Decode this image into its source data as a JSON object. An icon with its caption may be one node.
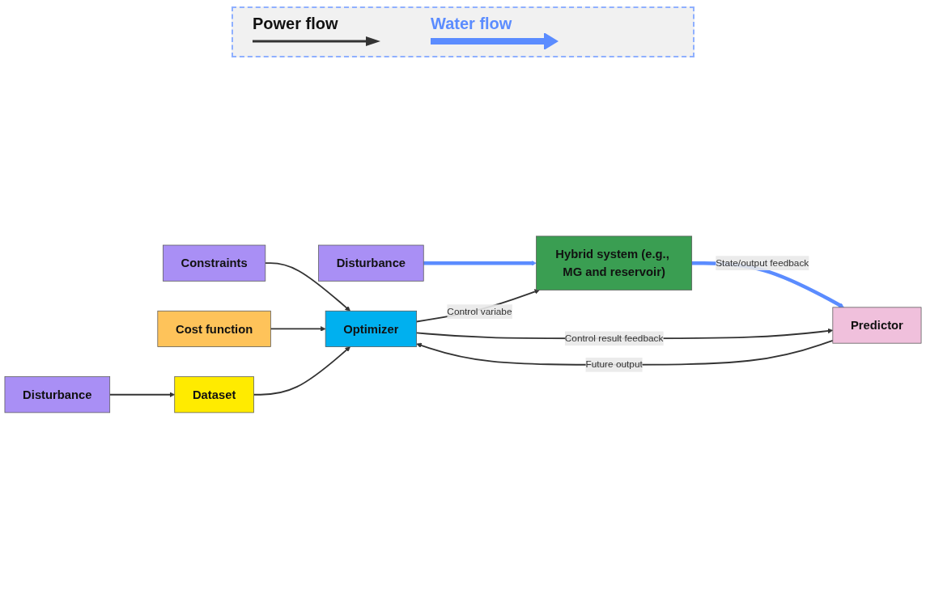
{
  "diagram": {
    "nodes": [
      {
        "text": [
          "Constraints"
        ]
      },
      {
        "text": [
          "Cost function"
        ]
      },
      {
        "text": [
          "Disturbance"
        ]
      },
      {
        "text": [
          "Dataset"
        ]
      },
      {
        "text": [
          "Optimizer"
        ]
      },
      {
        "text": [
          "Hybrid system (e.g., MG and reservoir)"
        ]
      },
      {
        "text": [
          "Disturbance"
        ]
      },
      {
        "text": [
          "Predictor"
        ]
      }
    ],
    "edges": [
      {
        "from": 0,
        "to": 4,
        "arrow": "to"
      },
      {
        "from": 1,
        "to": 4,
        "arrow": "to"
      },
      {
        "from": 2,
        "to": 5,
        "arrow": "to",
        "style": "thick",
        "color": "#5b8cff"
      },
      {
        "from": 3,
        "to": 4,
        "arrow": "to"
      },
      {
        "from": 6,
        "to": 3,
        "arrow": "to"
      },
      {
        "from": 4,
        "to": 5,
        "arrow": "to",
        "label": "Control variabe"
      },
      {
        "from": 4,
        "to": 7,
        "arrow": "to",
        "label": "Control result feedback"
      },
      {
        "from": 5,
        "to": 7,
        "arrow": "to",
        "label": "State/output feedback",
        "style": "thick",
        "color": "#5b8cff"
      },
      {
        "from": 7,
        "to": 4,
        "arrow": "to",
        "label": "Future output"
      }
    ],
    "legend": [
      {
        "text": "Power flow"
      },
      {
        "text": "Water flow"
      }
    ]
  }
}
